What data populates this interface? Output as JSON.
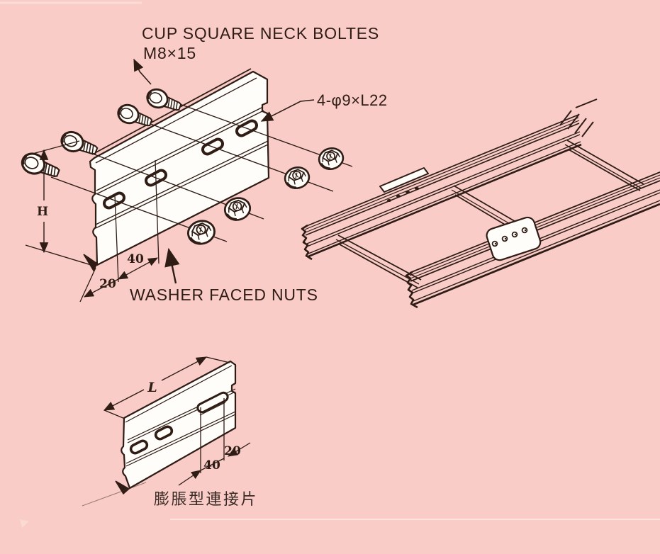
{
  "page": {
    "background_color": "#f9ccc8",
    "ink_color": "#2e1c15",
    "type": "scanned technical drawing"
  },
  "annotations": {
    "title": "CUP SQUARE NECK BOLTES",
    "bolt_spec": "M8×15",
    "hole_spec": "4-φ9×L22",
    "nut_label": "WASHER FACED NUTS",
    "caption": "膨脹型連接片"
  },
  "dimensions": {
    "splice_plate": {
      "height": "H",
      "slot_pitch": "40",
      "end_offset": "20"
    },
    "expansion_plate": {
      "length": "L",
      "slot_pitch": "40",
      "end_offset": "20"
    }
  }
}
